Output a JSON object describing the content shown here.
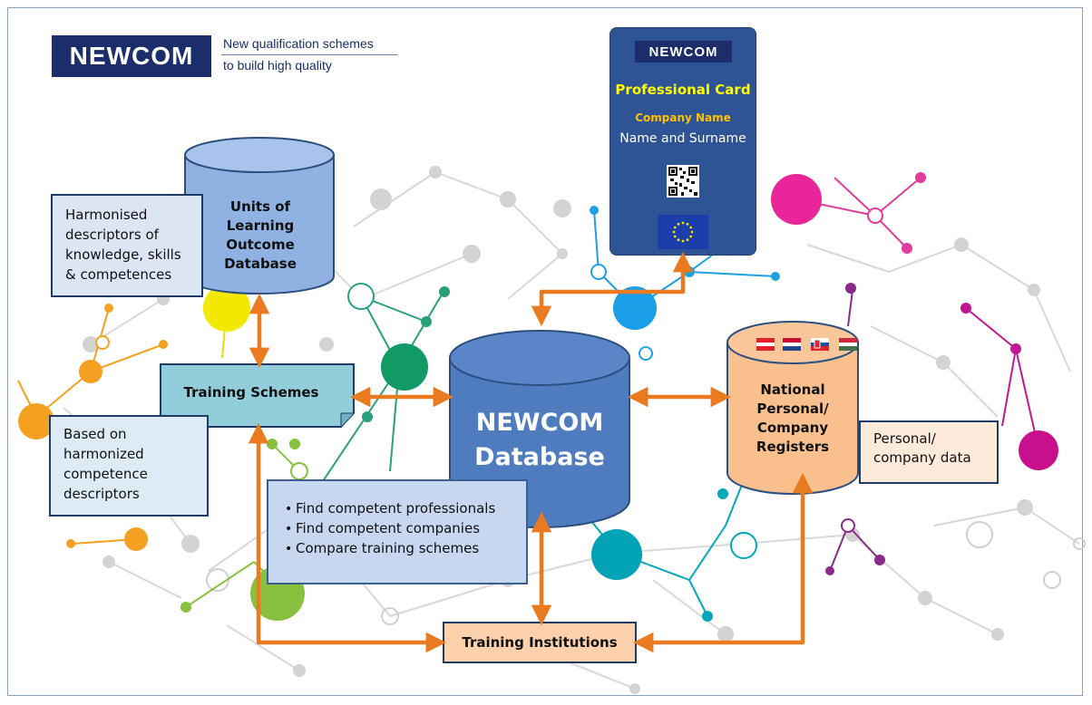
{
  "logo": {
    "text": "NEWCOM",
    "tagline_line1": "New qualification schemes",
    "tagline_line2": "to build high quality"
  },
  "card": {
    "logo": "NEWCOM",
    "title": "Professional Card",
    "company": "Company Name",
    "holder": "Name and Surname",
    "icons": [
      "qr-code-icon",
      "eu-flag-icon"
    ]
  },
  "units_db": {
    "lines": [
      "Units of",
      "Learning",
      "Outcome",
      "Database"
    ]
  },
  "harmonised": {
    "lines": [
      "Harmonised",
      "descriptors of",
      "knowledge, skills",
      "& competences"
    ]
  },
  "training_schemes": {
    "label": "Training Schemes"
  },
  "based_on": {
    "lines": [
      "Based on",
      "harmonized",
      "competence",
      "descriptors"
    ]
  },
  "newcom_db": {
    "lines": [
      "NEWCOM",
      "Database"
    ]
  },
  "find": {
    "items": [
      "Find competent professionals",
      "Find competent companies",
      "Compare training schemes"
    ]
  },
  "national": {
    "lines": [
      "National",
      "Personal/",
      "Company",
      "Registers"
    ],
    "flags": [
      "austria-flag-icon",
      "netherlands-flag-icon",
      "slovakia-flag-icon",
      "hungary-flag-icon"
    ]
  },
  "personal": {
    "lines": [
      "Personal/",
      "company data"
    ]
  },
  "training_institutions": {
    "label": "Training Institutions"
  },
  "colors": {
    "arrow": "#e97a20",
    "db_blue": "#5a82c4",
    "db_light": "#8fb2e3",
    "db_orange": "#f9c08e",
    "card": "#2f5496",
    "logo": "#1b2d6b"
  }
}
